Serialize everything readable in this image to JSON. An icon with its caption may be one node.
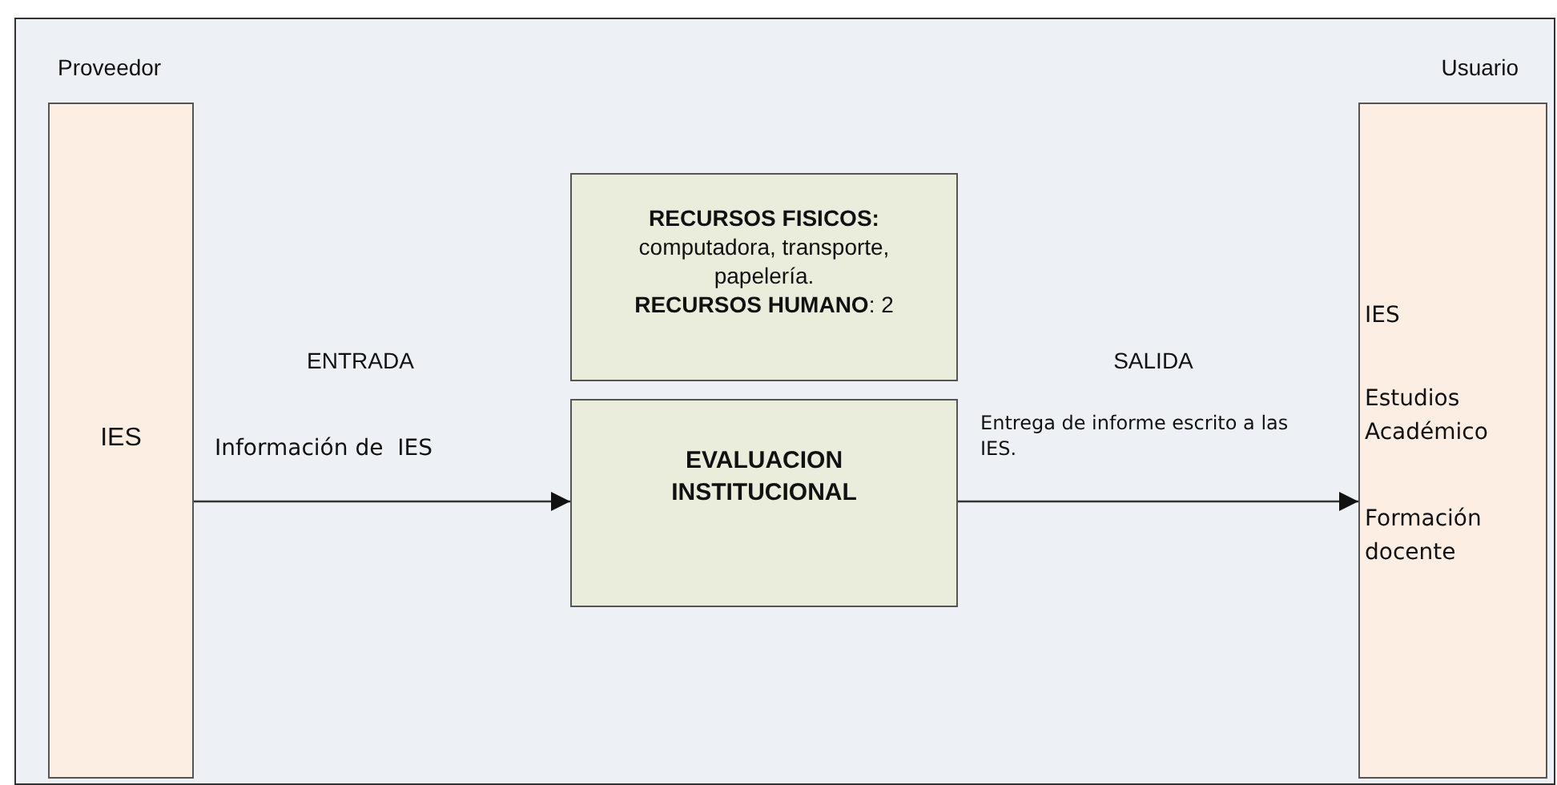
{
  "diagram": {
    "nodes": [
      {
        "text": [
          "Proveedor",
          "IES"
        ]
      },
      {
        "text": [
          "RECURSOS FISICOS:",
          "computadora, transporte, papelería.",
          "**RECURSOS HUMANO**: 2"
        ]
      },
      {
        "text": [
          "EVALUACION INSTITUCIONAL"
        ]
      },
      {
        "text": [
          "Usuario",
          "IES",
          "Estudios Académico",
          "Formación docente"
        ]
      }
    ],
    "edges": [
      {
        "from": 0,
        "to": 2,
        "arrow": "to"
      },
      {
        "from": 2,
        "to": 3,
        "arrow": "to"
      }
    ],
    "labels": [
      "ENTRADA",
      "Información de  IES",
      "SALIDA",
      "Entrega de informe escrito a las IES."
    ]
  }
}
